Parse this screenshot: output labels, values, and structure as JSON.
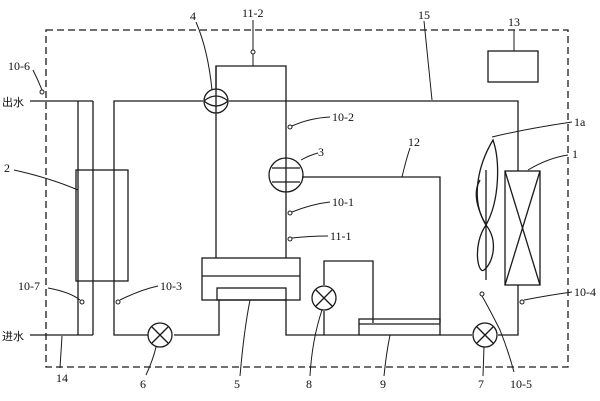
{
  "labels": {
    "water_out": "出水",
    "water_in": "进水",
    "ref_1": "1",
    "ref_1a": "1a",
    "ref_2": "2",
    "ref_3": "3",
    "ref_4": "4",
    "ref_5": "5",
    "ref_6": "6",
    "ref_7": "7",
    "ref_8": "8",
    "ref_9": "9",
    "ref_10_1": "10-1",
    "ref_10_2": "10-2",
    "ref_10_3": "10-3",
    "ref_10_4": "10-4",
    "ref_10_5": "10-5",
    "ref_10_6": "10-6",
    "ref_10_7": "10-7",
    "ref_11_1": "11-1",
    "ref_11_2": "11-2",
    "ref_12": "12",
    "ref_13": "13",
    "ref_14": "14",
    "ref_15": "15"
  },
  "colors": {
    "line": "#1a1a1a",
    "background": "#ffffff"
  }
}
